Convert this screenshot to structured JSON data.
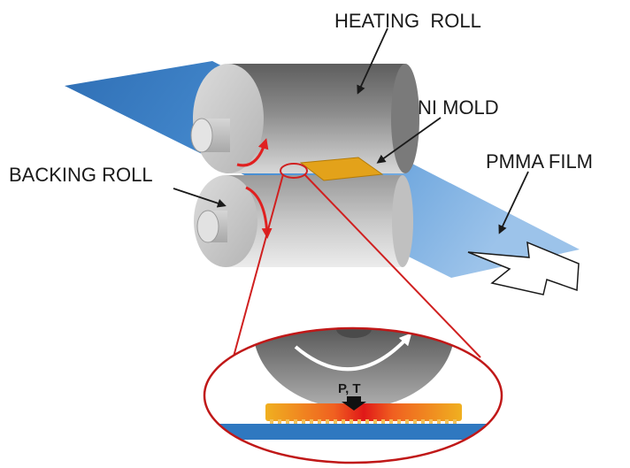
{
  "labels": {
    "heating_roll": "HEATING  ROLL",
    "ni_mold": "NI MOLD",
    "pmma_film": "PMMA FILM",
    "backing_roll": "BACKING ROLL",
    "pressure_temp": "P, T"
  },
  "colors": {
    "film": "#3f87cf",
    "roll_dark": "#6a6a6a",
    "roll_light": "#e6e6e6",
    "mold": "#e3a21a",
    "callout": "#d02020",
    "arrow_red": "#e02020"
  }
}
